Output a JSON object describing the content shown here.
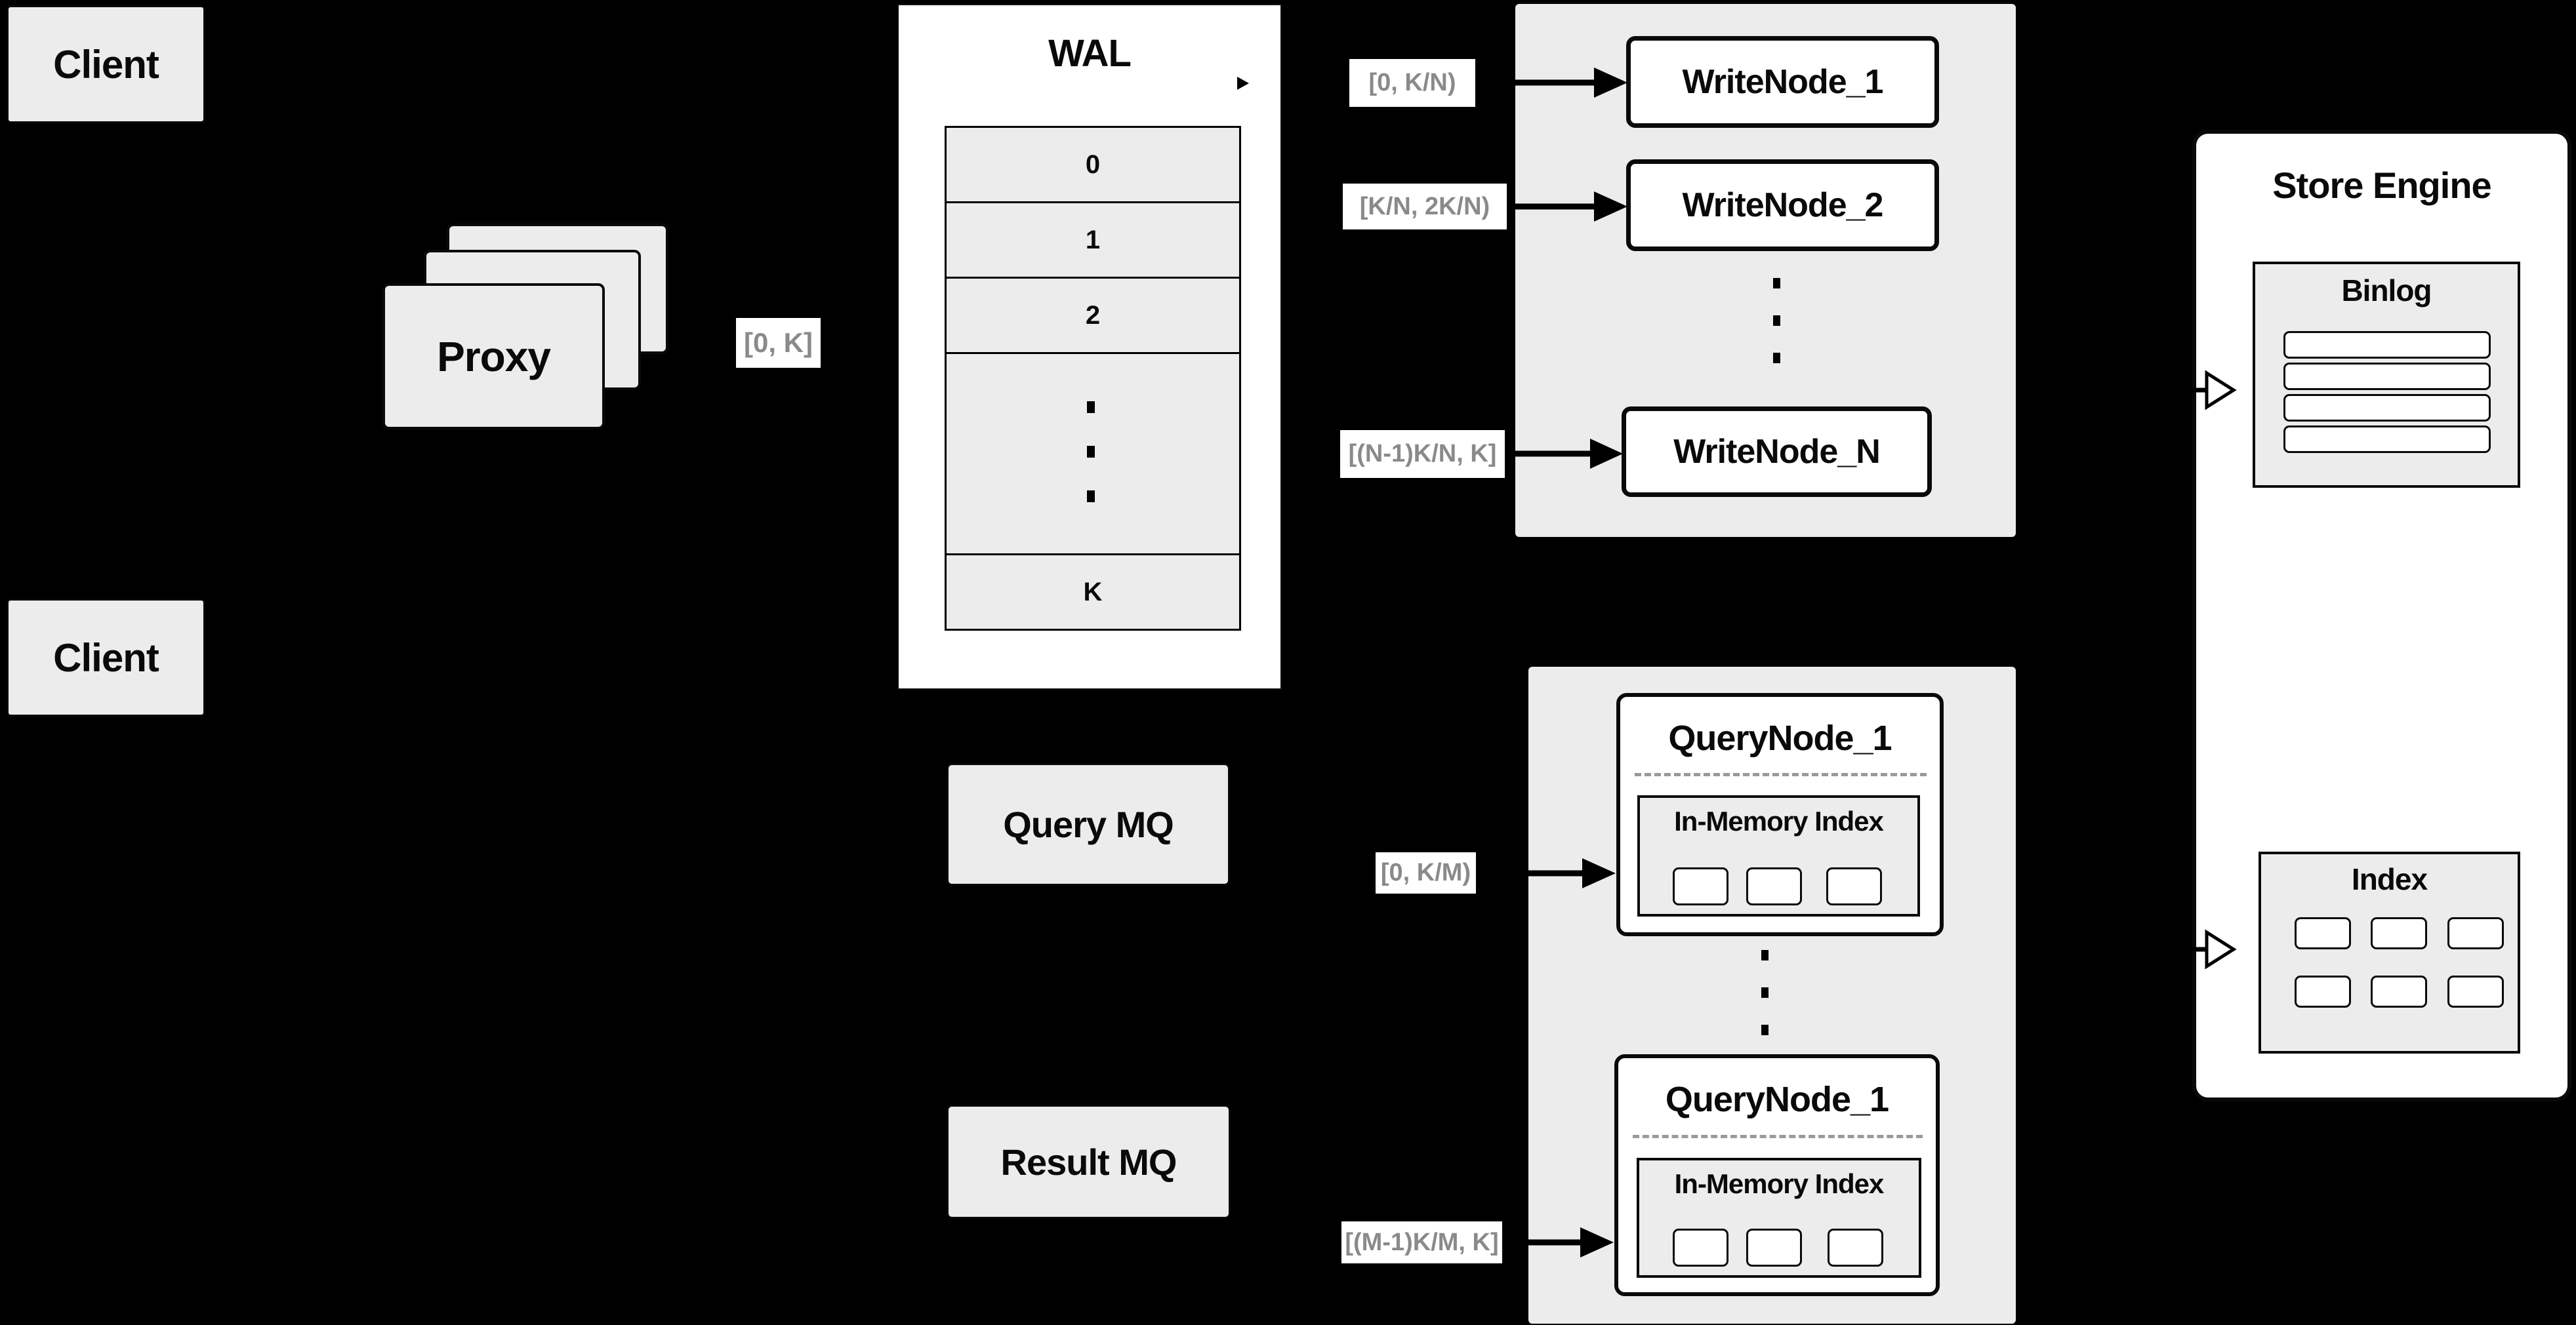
{
  "colors": {
    "background": "#000000",
    "panel_gray": "#ececec",
    "node_white": "#ffffff",
    "line_black": "#000000",
    "chip_text_gray": "#8a8a8a"
  },
  "clients": {
    "top": "Client",
    "bottom": "Client"
  },
  "proxy": {
    "label": "Proxy",
    "range": "[0, K]"
  },
  "wal": {
    "title": "WAL",
    "rows": [
      "0",
      "1",
      "2",
      "K"
    ]
  },
  "write_cluster": {
    "nodes": [
      {
        "label": "WriteNode_1",
        "range": "[0, K/N)"
      },
      {
        "label": "WriteNode_2",
        "range": "[K/N, 2K/N)"
      },
      {
        "label": "WriteNode_N",
        "range": "[(N-1)K/N, K]"
      }
    ]
  },
  "store_engine": {
    "title": "Store Engine",
    "binlog": {
      "title": "Binlog",
      "row_count": 4
    },
    "index": {
      "title": "Index",
      "cell_count": 6
    }
  },
  "mq": {
    "query": "Query MQ",
    "result": "Result MQ"
  },
  "query_cluster": {
    "nodes": [
      {
        "label": "QueryNode_1",
        "inner_title": "In-Memory Index",
        "range": "[0, K/M)",
        "cell_count": 3
      },
      {
        "label": "QueryNode_1",
        "inner_title": "In-Memory Index",
        "range": "[(M-1)K/M, K]",
        "cell_count": 3
      }
    ]
  }
}
